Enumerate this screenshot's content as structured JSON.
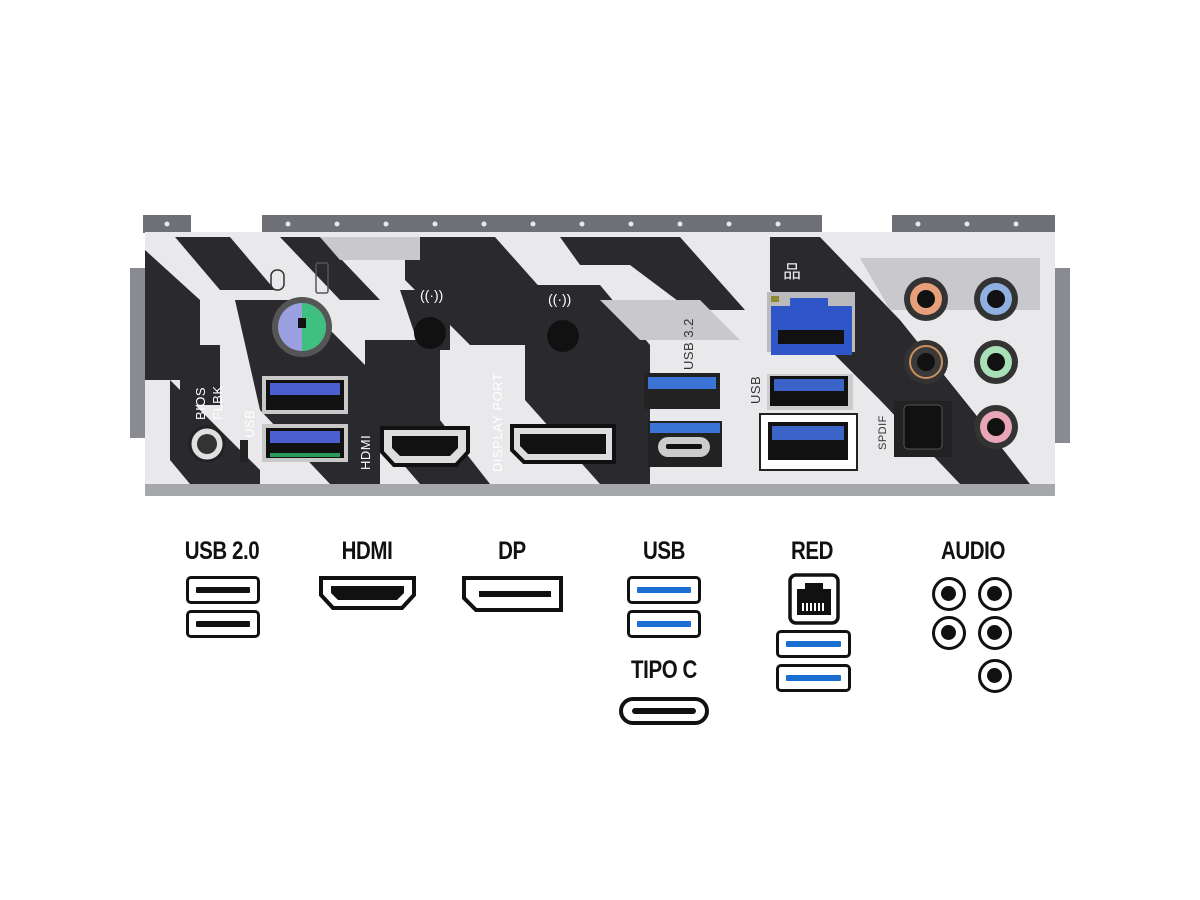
{
  "panel": {
    "labels": {
      "bios_flbk_1": "BIOS",
      "bios_flbk_2": "FLBK",
      "usb_small": "USB",
      "hdmi": "HDMI",
      "display_port": "DISPLAY PORT",
      "usb32": "USB 3.2",
      "usb": "USB",
      "spdif": "SPDIF"
    },
    "colors": {
      "usb_blue": "#3a63c8",
      "lan_blue": "#2f55c8",
      "audio_orange": "#e8a07a",
      "audio_blue": "#8fb0e0",
      "audio_green": "#a8e0b8",
      "audio_pink": "#e8a6b8",
      "ps2_purple": "#9aa0e0",
      "ps2_green": "#40c080"
    }
  },
  "legend": {
    "usb20": "USB 2.0",
    "hdmi": "HDMI",
    "dp": "DP",
    "usb": "USB",
    "tipo_c": "TIPO C",
    "red": "RED",
    "audio": "AUDIO",
    "colors": {
      "icon": "#111111",
      "usb_bar": "#1a6fd0"
    }
  }
}
